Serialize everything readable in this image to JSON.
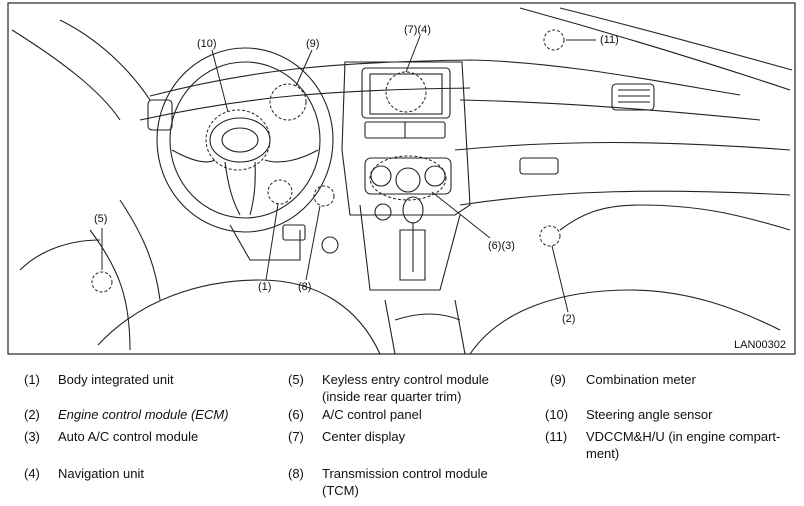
{
  "figure": {
    "code": "LAN00302",
    "callouts": {
      "c1": "(1)",
      "c2": "(2)",
      "c3": "(6)(3)",
      "c4": "(7)(4)",
      "c5": "(5)",
      "c8": "(8)",
      "c9": "(9)",
      "c10": "(10)",
      "c11": "(11)"
    }
  },
  "legend": {
    "items": [
      {
        "num": "(1)",
        "text": "Body integrated unit"
      },
      {
        "num": "(2)",
        "text": "Engine control module (ECM)"
      },
      {
        "num": "(3)",
        "text": "Auto A/C control module"
      },
      {
        "num": "(4)",
        "text": "Navigation unit"
      },
      {
        "num": "(5)",
        "text": "Keyless entry control module (inside rear quarter trim)"
      },
      {
        "num": "(6)",
        "text": "A/C control panel"
      },
      {
        "num": "(7)",
        "text": "Center display"
      },
      {
        "num": "(8)",
        "text": "Transmission control module (TCM)"
      },
      {
        "num": "(9)",
        "text": "Combination meter"
      },
      {
        "num": "(10)",
        "text": "Steering angle sensor"
      },
      {
        "num": "(11)",
        "text": "VDCCM&H/U (in engine compart-ment)"
      }
    ]
  }
}
